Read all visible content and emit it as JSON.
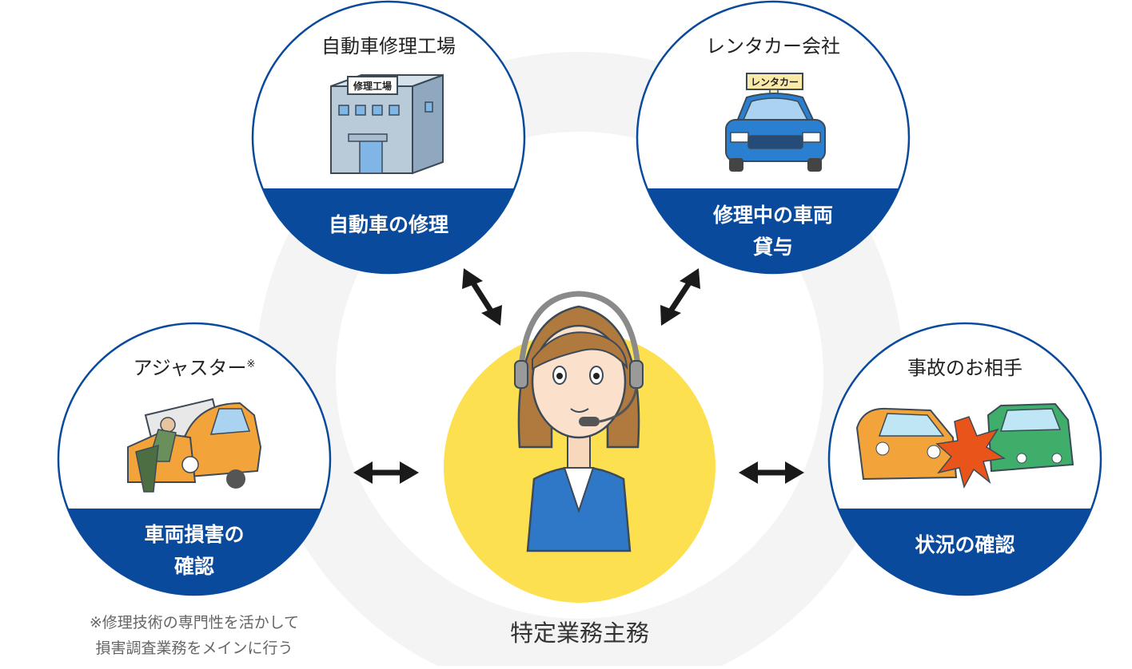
{
  "colors": {
    "navy": "#0a4a9c",
    "yellow": "#fce04f",
    "ring": "#f4f4f4",
    "text": "#222222"
  },
  "nodes": {
    "repair_shop": {
      "title": "自動車修理工場",
      "role": "自動車の修理",
      "sign": "修理工場",
      "icon": "repair-building-icon"
    },
    "rental": {
      "title": "レンタカー会社",
      "role_line1": "修理中の車両",
      "role_line2": "貸与",
      "sign": "レンタカー",
      "icon": "rental-car-icon"
    },
    "adjuster": {
      "title": "アジャスター",
      "mark": "※",
      "role_line1": "車両損害の",
      "role_line2": "確認",
      "icon": "mechanic-car-icon"
    },
    "other_party": {
      "title": "事故のお相手",
      "role": "状況の確認",
      "icon": "car-collision-icon"
    }
  },
  "center": {
    "label": "特定業務主務",
    "icon": "operator-headset-icon"
  },
  "note": {
    "line1": "※修理技術の専門性を活かして",
    "line2": "損害調査業務をメインに行う"
  },
  "arrows": [
    "double-arrow-icon",
    "double-arrow-icon",
    "double-arrow-icon",
    "double-arrow-icon"
  ]
}
